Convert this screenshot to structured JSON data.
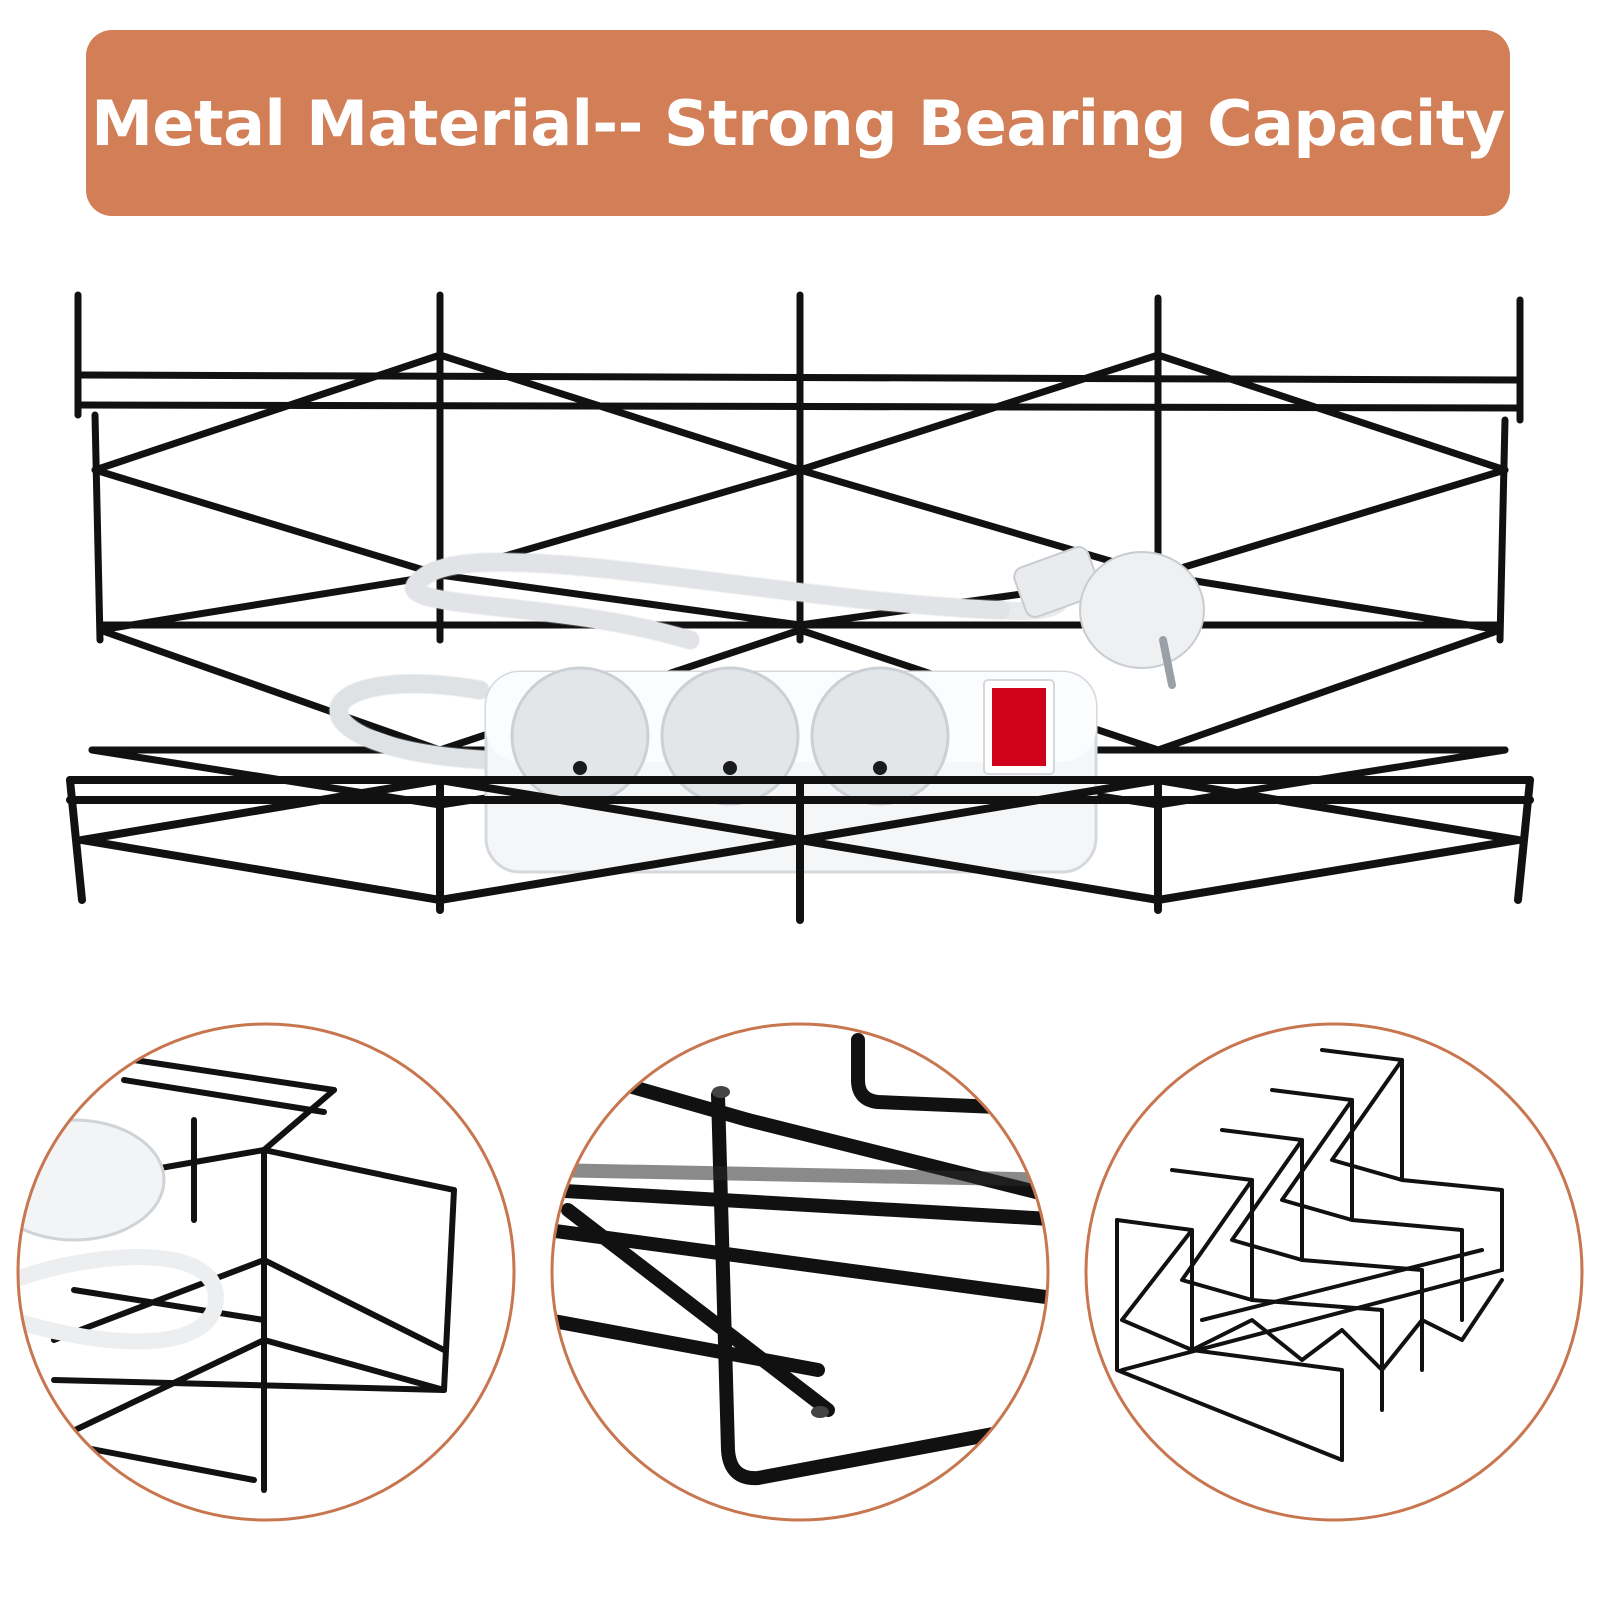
{
  "banner": {
    "title": "Metal Material-- Strong Bearing Capacity"
  },
  "colors": {
    "banner_background": "#D27F57",
    "banner_text": "#FFFFFF",
    "wire": "#111111",
    "circle_border": "#C8764F",
    "power_strip": "#F4F6F8",
    "power_switch": "#D0021B"
  },
  "icons": {
    "main": "wire-cable-tray-with-power-strip",
    "detail_1": "tray-corner-closeup",
    "detail_2": "wire-weld-joint-closeup",
    "detail_3": "stacked-trays"
  }
}
